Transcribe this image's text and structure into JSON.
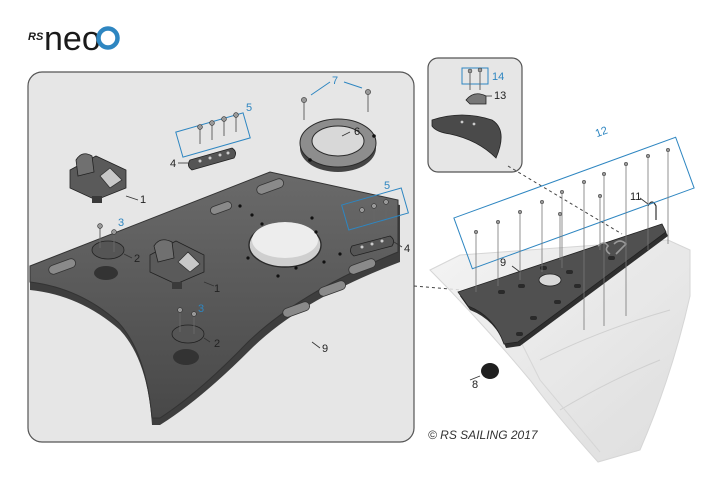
{
  "brand": {
    "prefix": "RS",
    "name": "neo",
    "accent": "#2e86c1"
  },
  "copyright": "© RS SAILING 2017",
  "colors": {
    "callout": "#2e86c1",
    "panel": "#e6e6e6",
    "deck": "#5a5a5a",
    "fitting": "#4a4a4a"
  },
  "callouts": {
    "c1a": "1",
    "c1b": "1",
    "c2a": "2",
    "c2b": "2",
    "c3a": "3",
    "c3b": "3",
    "c4a": "4",
    "c4b": "4",
    "c5a": "5",
    "c5b": "5",
    "c6": "6",
    "c7": "7",
    "c8": "8",
    "c9a": "9",
    "c9b": "9",
    "c11": "11",
    "c12": "12",
    "c13": "13",
    "c14": "14"
  }
}
